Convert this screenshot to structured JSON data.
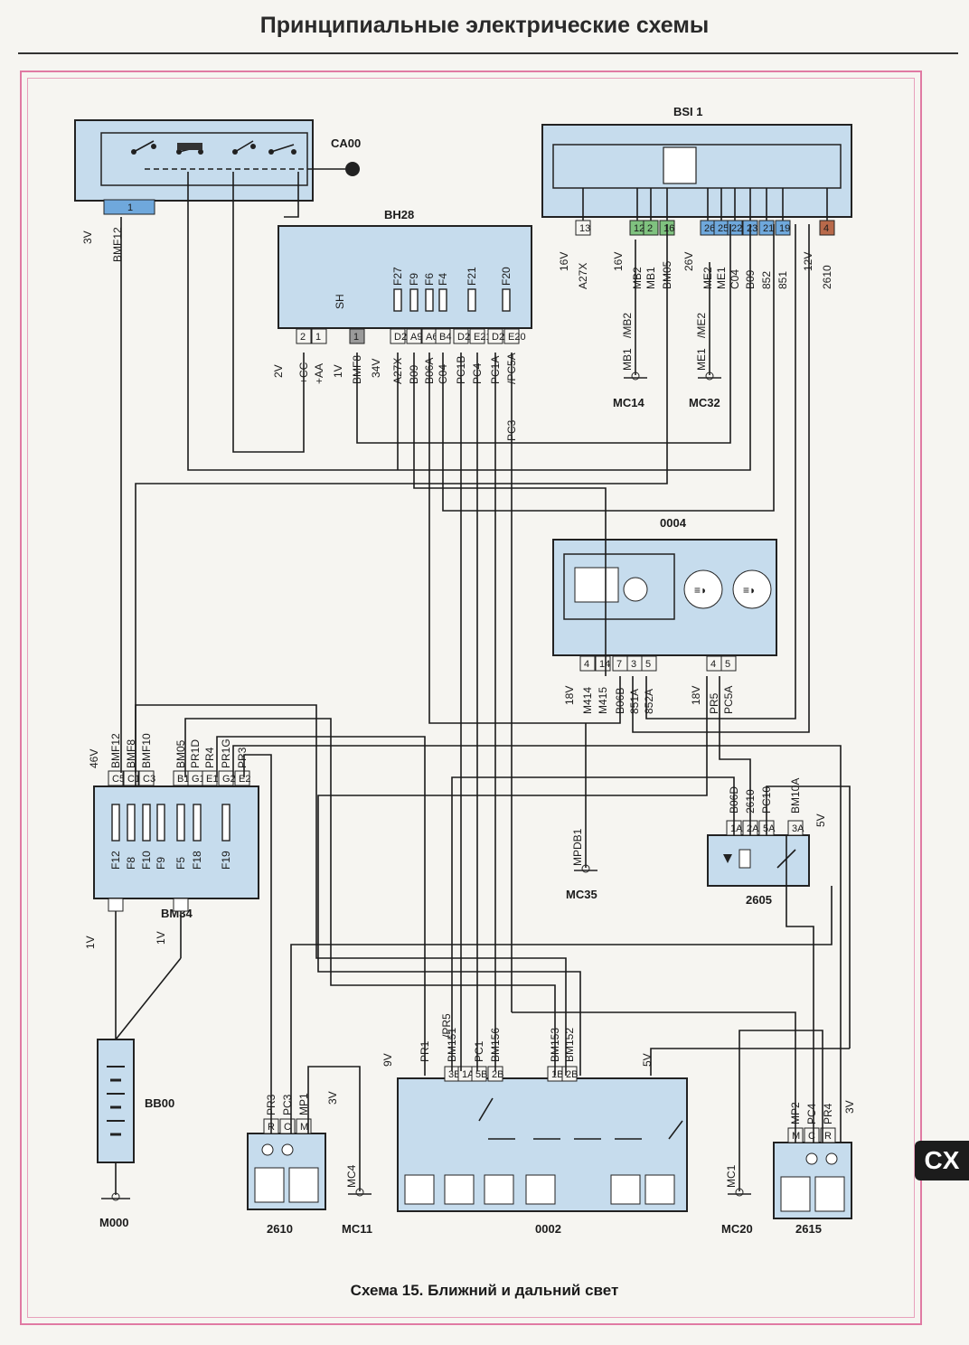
{
  "header": {
    "title": "Принципиальные электрические схемы"
  },
  "caption": "Схема 15. Ближний и дальний свет",
  "section_tab": "CX",
  "components": {
    "ca00": {
      "label": "CA00",
      "pin": "1",
      "voltage": "3V",
      "wire": "BMF12"
    },
    "bsi1": {
      "label": "BSI 1",
      "pins": [
        "13",
        "12",
        "2",
        "16",
        "26",
        "25",
        "22",
        "23",
        "21",
        "19",
        "4"
      ],
      "wires": [
        "A27X",
        "MB2",
        "MB1",
        "BM05",
        "ME2",
        "ME1",
        "C04",
        "B09",
        "852",
        "851",
        "2610"
      ],
      "voltages": [
        "16V",
        "16V",
        "26V",
        "12V"
      ]
    },
    "bh28": {
      "label": "BH28",
      "sh": "SH",
      "fuses": [
        "F27",
        "F9",
        "F6",
        "F4",
        "F21",
        "F20"
      ],
      "pins": [
        "2",
        "1",
        "1",
        "D27",
        "A9",
        "A6",
        "B4",
        "D21",
        "E21",
        "D20",
        "E20"
      ],
      "wires": [
        "+CC",
        "+AA",
        "BMF8",
        "A27X",
        "B09",
        "B06A",
        "C04",
        "PC1B",
        "PC4",
        "PC1A",
        "/PC5A"
      ],
      "voltages": [
        "2V",
        "1V",
        "34V"
      ],
      "pc3": "PC3"
    },
    "mc14": {
      "label": "MC14",
      "wires": [
        "/MB2",
        "MB1"
      ]
    },
    "mc32": {
      "label": "MC32",
      "wires": [
        "/ME2",
        "ME1"
      ]
    },
    "c0004": {
      "label": "0004",
      "pins": [
        "4",
        "14",
        "7",
        "3",
        "5",
        "4",
        "5"
      ],
      "wires": [
        "M414",
        "M415",
        "B06B",
        "851A",
        "852A",
        "PR5",
        "PC5A"
      ],
      "voltages": [
        "18V",
        "18V"
      ]
    },
    "mc35": {
      "label": "MC35",
      "wire": "MPDB1"
    },
    "c2605": {
      "label": "2605",
      "pins": [
        "1A",
        "2A",
        "5A",
        "3A"
      ],
      "wires": [
        "B06D",
        "2610",
        "PC10",
        "BM10A"
      ],
      "voltage": "5V"
    },
    "bm34": {
      "label": "BM34",
      "pins": [
        "C5",
        "C1",
        "C3",
        "B1",
        "G1",
        "E1",
        "G2",
        "E2"
      ],
      "wires": [
        "BMF12",
        "BMF8",
        "BMF10",
        "BM05",
        "PR1D",
        "PR4",
        "PR1G",
        "PR3"
      ],
      "fuses": [
        "F12",
        "F8",
        "F10",
        "F9",
        "F5",
        "F18",
        "F19"
      ],
      "voltage": "46V",
      "out_voltages": [
        "1V",
        "1V"
      ]
    },
    "bb00": {
      "label": "BB00"
    },
    "m000": {
      "label": "M000"
    },
    "c2610": {
      "label": "2610",
      "pins": [
        "R",
        "C",
        "M"
      ],
      "wires": [
        "PR3",
        "PC3",
        "MP1"
      ],
      "voltage": "3V"
    },
    "mc11": {
      "label": "MC11",
      "wire": "MC4"
    },
    "c0002": {
      "label": "0002",
      "pins": [
        "3B",
        "1A",
        "5B",
        "2B",
        "1B",
        "2B"
      ],
      "wires": [
        "PR1",
        "BM151",
        "PC1",
        "BM156",
        "BM153",
        "BM152"
      ],
      "voltages": [
        "9V",
        "5V"
      ],
      "pr5": "/PR5"
    },
    "mc20": {
      "label": "MC20",
      "wire": "MC1"
    },
    "c2615": {
      "label": "2615",
      "pins": [
        "M",
        "C",
        "R"
      ],
      "wires": [
        "MP2",
        "PC4",
        "PR4"
      ],
      "voltage": "3V"
    }
  }
}
